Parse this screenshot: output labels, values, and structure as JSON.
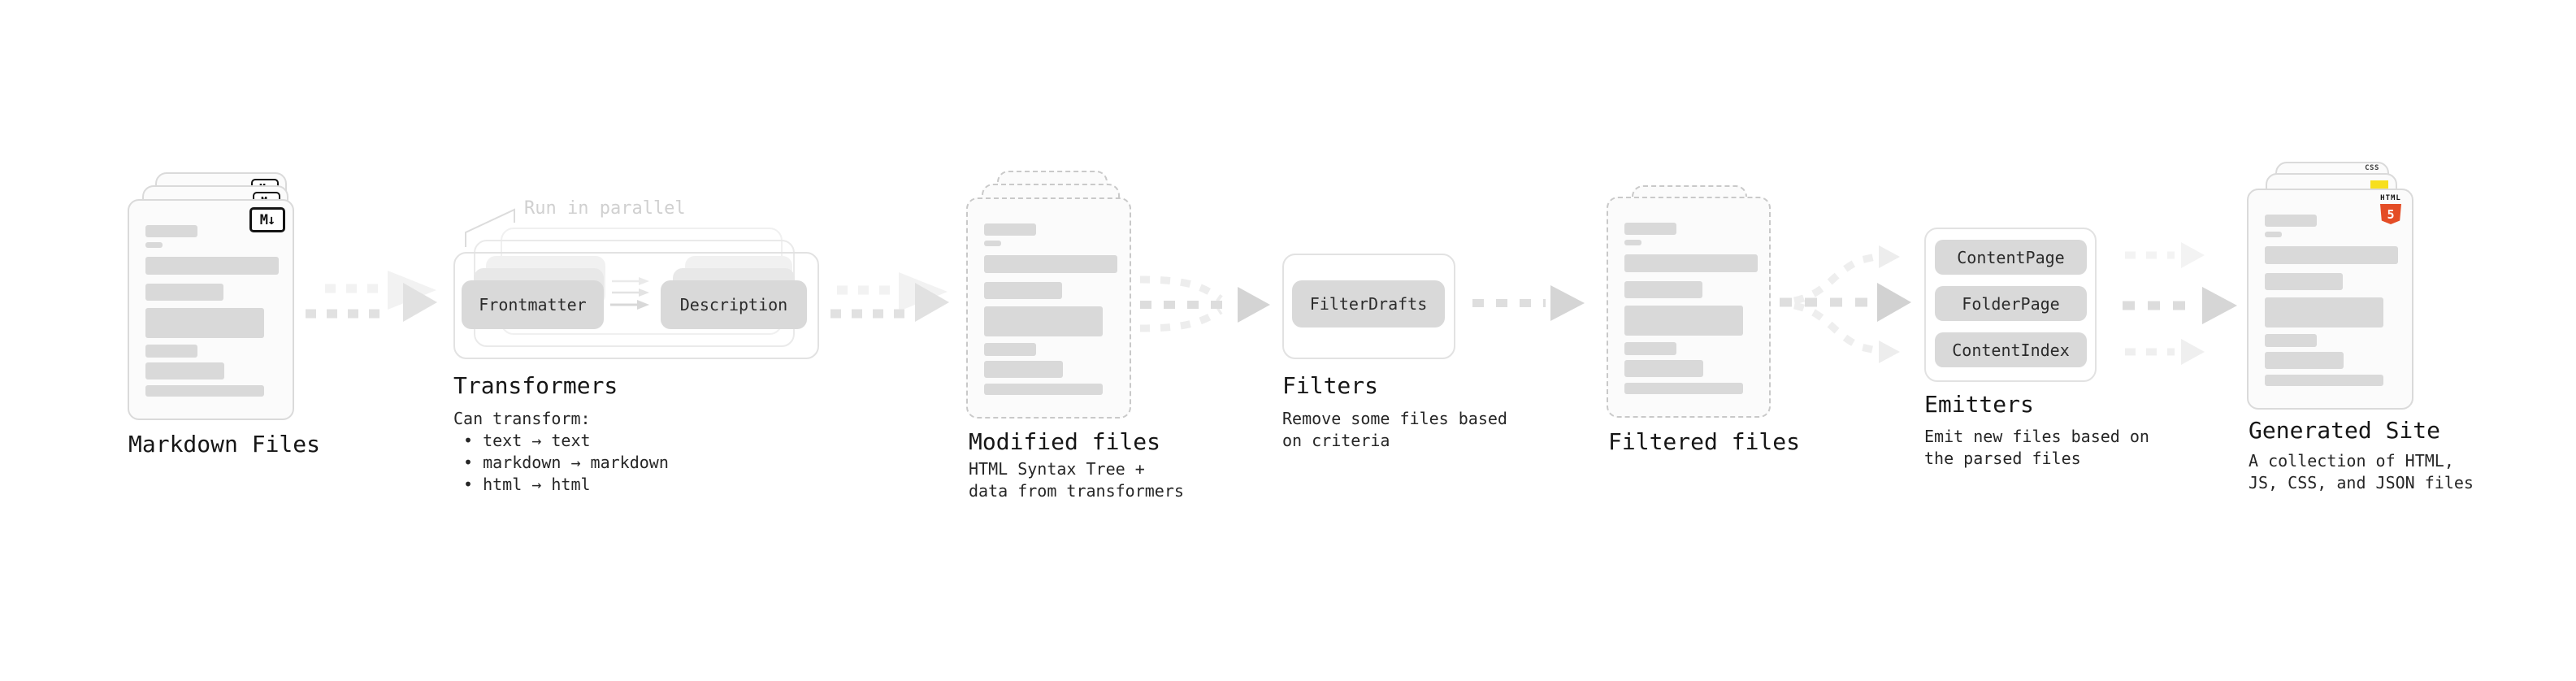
{
  "diagram": {
    "markdown": {
      "title": "Markdown Files",
      "icon": "M↓"
    },
    "transformers": {
      "annotation": "Run in parallel",
      "title": "Transformers",
      "buttons": [
        "Frontmatter",
        "Description"
      ],
      "desc_heading": "Can transform:",
      "bullets": [
        "• text → text",
        "• markdown → markdown",
        "• html → html"
      ]
    },
    "modified": {
      "title": "Modified files",
      "desc": "HTML Syntax Tree +\ndata from transformers"
    },
    "filters": {
      "title": "Filters",
      "buttons": [
        "FilterDrafts"
      ],
      "desc": "Remove some files based\non criteria"
    },
    "filtered": {
      "title": "Filtered files"
    },
    "emitters": {
      "title": "Emitters",
      "buttons": [
        "ContentPage",
        "FolderPage",
        "ContentIndex"
      ],
      "desc": "Emit new files based on\nthe parsed files"
    },
    "generated": {
      "title": "Generated Site",
      "desc": "A collection of HTML,\nJS, CSS, and JSON files",
      "badges": {
        "css": "CSS",
        "html_label": "HTML",
        "html_number": "5"
      }
    }
  },
  "colors": {
    "html5_orange": "#e44d26",
    "js_yellow": "#f7df1e",
    "css_blue": "#2760e8",
    "placeholder_bar": "#d9d9d9",
    "arrow_gray": "#d6d6d6",
    "text": "#1a1a1a"
  }
}
